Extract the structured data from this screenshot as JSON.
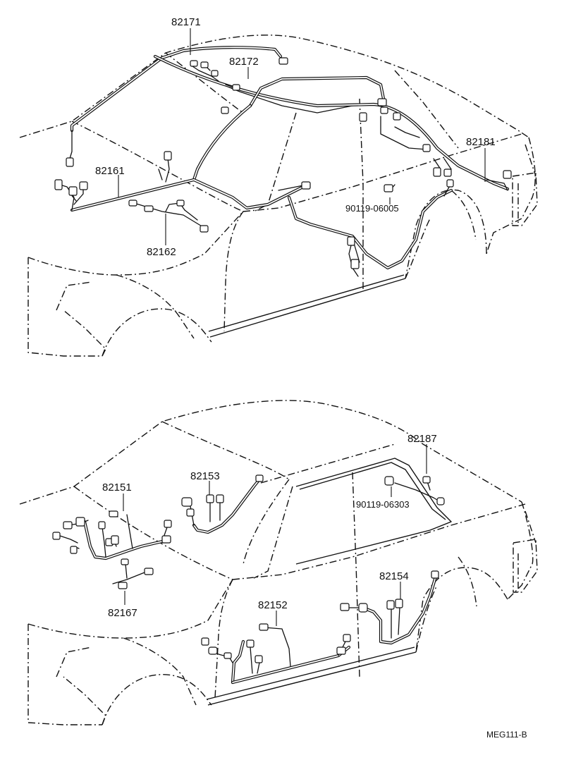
{
  "diagram_code": "MEG111-B",
  "top_view": {
    "parts": {
      "p82171": "82171",
      "p82172": "82172",
      "p82181": "82181",
      "p82161": "82161",
      "p82162": "82162",
      "p90119_06005": "90119-06005"
    }
  },
  "bottom_view": {
    "parts": {
      "p82187": "82187",
      "p90119_06303": "90119-06303",
      "p82151": "82151",
      "p82153": "82153",
      "p82167": "82167",
      "p82154": "82154",
      "p82152": "82152"
    }
  }
}
